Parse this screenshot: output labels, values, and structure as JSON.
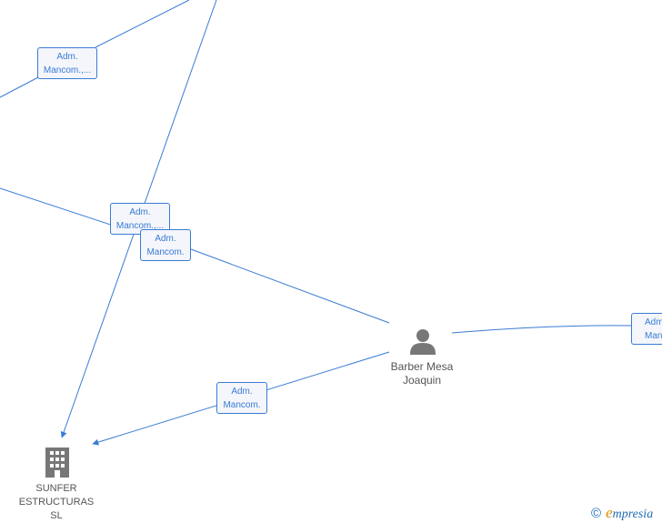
{
  "edges": [
    {
      "label_lines": [
        "Adm.",
        "Mancom.,..."
      ]
    },
    {
      "label_lines": [
        "Adm.",
        "Mancom.,..."
      ]
    },
    {
      "label_lines": [
        "Adm.",
        "Mancom."
      ]
    },
    {
      "label_lines": [
        "Adm.",
        "Mancom."
      ]
    },
    {
      "label_lines": [
        "Adm.",
        "Mancom."
      ]
    }
  ],
  "nodes": {
    "person": {
      "name_line1": "Barber Mesa",
      "name_line2": "Joaquin",
      "icon": "person-icon"
    },
    "company": {
      "name_line1": "SUNFER",
      "name_line2": "ESTRUCTURAS",
      "name_line3": "SL",
      "icon": "building-icon"
    }
  },
  "brand": {
    "copyright": "©",
    "initial": "e",
    "rest": "mpresia"
  },
  "colors": {
    "edge": "#3a7bd5",
    "label_bg": "#f4f6fb",
    "icon": "#777777",
    "text": "#555555"
  }
}
